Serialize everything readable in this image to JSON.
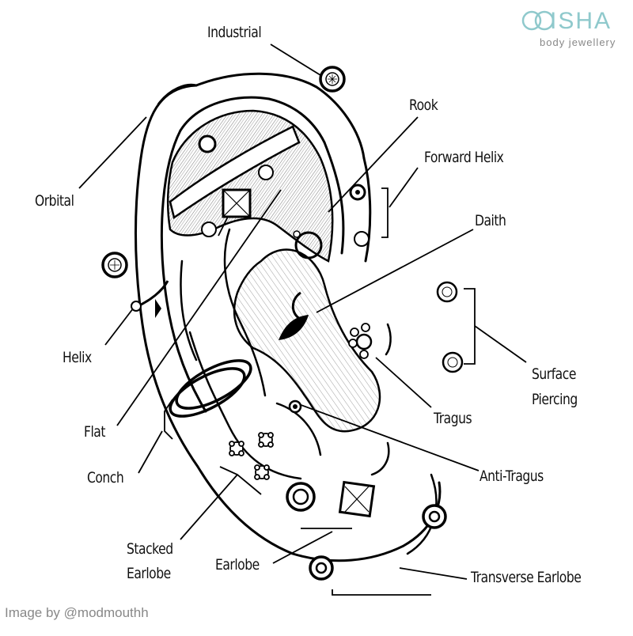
{
  "brand": {
    "name": "ISHA",
    "subtitle": "body jewellery"
  },
  "labels": {
    "industrial": "Industrial",
    "rook": "Rook",
    "orbital": "Orbital",
    "forward_helix": "Forward Helix",
    "daith": "Daith",
    "helix": "Helix",
    "surface_line1": "Surface",
    "surface_line2": "Piercing",
    "tragus": "Tragus",
    "flat": "Flat",
    "conch": "Conch",
    "anti_tragus": "Anti-Tragus",
    "stacked_line1": "Stacked",
    "stacked_line2": "Earlobe",
    "earlobe": "Earlobe",
    "transverse_earlobe": "Transverse Earlobe"
  },
  "credit": "Image by @modmouthh",
  "colors": {
    "ink": "#111111",
    "brand_teal": "#8fc9cc",
    "credit_gray": "#888888"
  }
}
